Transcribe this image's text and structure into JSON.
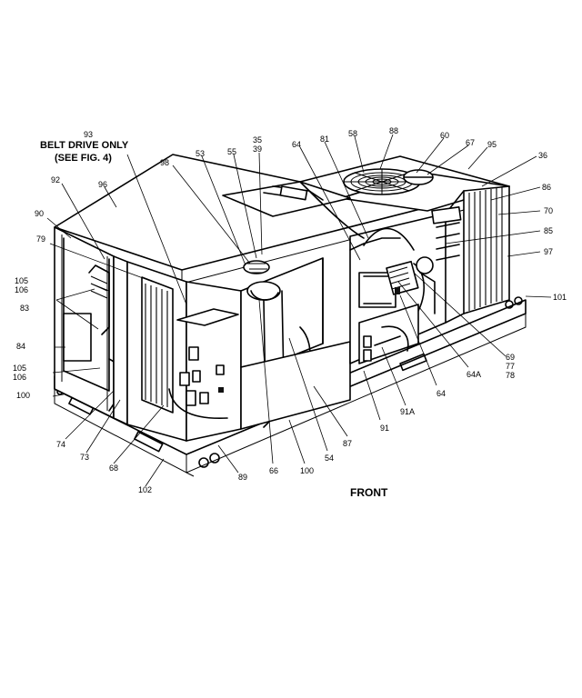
{
  "diagram": {
    "note_lines": [
      "BELT DRIVE ONLY",
      "(SEE FIG. 4)"
    ],
    "note_ref": "93",
    "front_label": "FRONT",
    "callouts": [
      {
        "id": "c-35",
        "text": "35"
      },
      {
        "id": "c-39",
        "text": "39"
      },
      {
        "id": "c-58",
        "text": "58"
      },
      {
        "id": "c-88",
        "text": "88"
      },
      {
        "id": "c-60",
        "text": "60"
      },
      {
        "id": "c-67",
        "text": "67"
      },
      {
        "id": "c-95",
        "text": "95"
      },
      {
        "id": "c-36",
        "text": "36"
      },
      {
        "id": "c-53",
        "text": "53"
      },
      {
        "id": "c-55",
        "text": "55"
      },
      {
        "id": "c-64",
        "text": "64"
      },
      {
        "id": "c-81",
        "text": "81"
      },
      {
        "id": "c-98",
        "text": "98"
      },
      {
        "id": "c-92",
        "text": "92"
      },
      {
        "id": "c-96",
        "text": "96"
      },
      {
        "id": "c-90",
        "text": "90"
      },
      {
        "id": "c-79",
        "text": "79"
      },
      {
        "id": "c-105a",
        "text": "105"
      },
      {
        "id": "c-106a",
        "text": "106"
      },
      {
        "id": "c-83",
        "text": "83"
      },
      {
        "id": "c-84",
        "text": "84"
      },
      {
        "id": "c-105b",
        "text": "105"
      },
      {
        "id": "c-106b",
        "text": "106"
      },
      {
        "id": "c-100a",
        "text": "100"
      },
      {
        "id": "c-74",
        "text": "74"
      },
      {
        "id": "c-73",
        "text": "73"
      },
      {
        "id": "c-68",
        "text": "68"
      },
      {
        "id": "c-102",
        "text": "102"
      },
      {
        "id": "c-89",
        "text": "89"
      },
      {
        "id": "c-66",
        "text": "66"
      },
      {
        "id": "c-100b",
        "text": "100"
      },
      {
        "id": "c-54",
        "text": "54"
      },
      {
        "id": "c-87",
        "text": "87"
      },
      {
        "id": "c-91",
        "text": "91"
      },
      {
        "id": "c-91a",
        "text": "91A"
      },
      {
        "id": "c-64b",
        "text": "64"
      },
      {
        "id": "c-64a",
        "text": "64A"
      },
      {
        "id": "c-69",
        "text": "69"
      },
      {
        "id": "c-77",
        "text": "77"
      },
      {
        "id": "c-78",
        "text": "78"
      },
      {
        "id": "c-101",
        "text": "101"
      },
      {
        "id": "c-97",
        "text": "97"
      },
      {
        "id": "c-85",
        "text": "85"
      },
      {
        "id": "c-70",
        "text": "70"
      },
      {
        "id": "c-86",
        "text": "86"
      }
    ]
  }
}
